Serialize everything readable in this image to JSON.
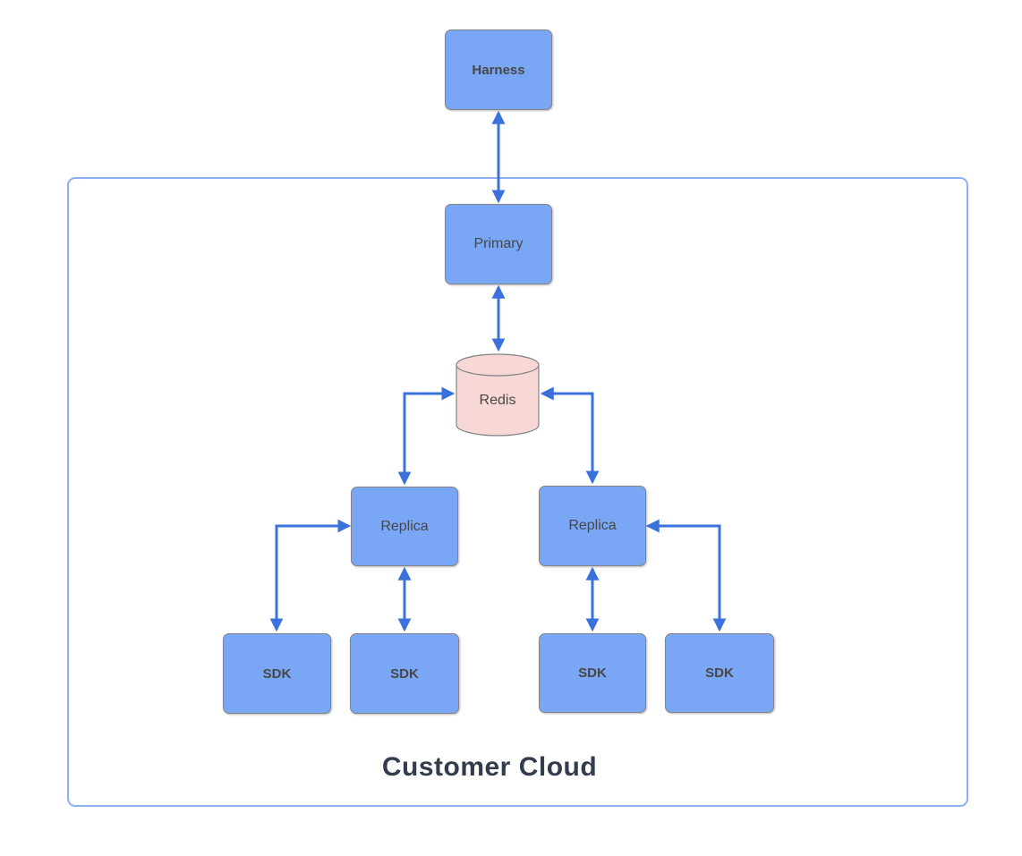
{
  "diagram": {
    "nodes": {
      "harness": {
        "label": "Harness"
      },
      "primary": {
        "label": "Primary"
      },
      "redis": {
        "label": "Redis"
      },
      "replica_left": {
        "label": "Replica"
      },
      "replica_right": {
        "label": "Replica"
      },
      "sdk_1": {
        "label": "SDK"
      },
      "sdk_2": {
        "label": "SDK"
      },
      "sdk_3": {
        "label": "SDK"
      },
      "sdk_4": {
        "label": "SDK"
      }
    },
    "container": {
      "label": "Customer Cloud"
    },
    "connections": [
      "Harness <-> Primary",
      "Primary <-> Redis",
      "Redis <-> Replica (left)",
      "Redis <-> Replica (right)",
      "Replica (left) <-> SDK 2",
      "Replica (right) <-> SDK 3",
      "Replica (left) <-> SDK 1",
      "Replica (right) <-> SDK 4"
    ],
    "colors": {
      "node_fill": "#7AA7F5",
      "node_border": "#828486",
      "redis_fill": "#F8D8D6",
      "connector": "#3B71DB",
      "container_border": "#8CB0F3",
      "label_text": "#474747",
      "container_label": "#343B4C",
      "canvas_bg": "#FFFFFF"
    }
  }
}
